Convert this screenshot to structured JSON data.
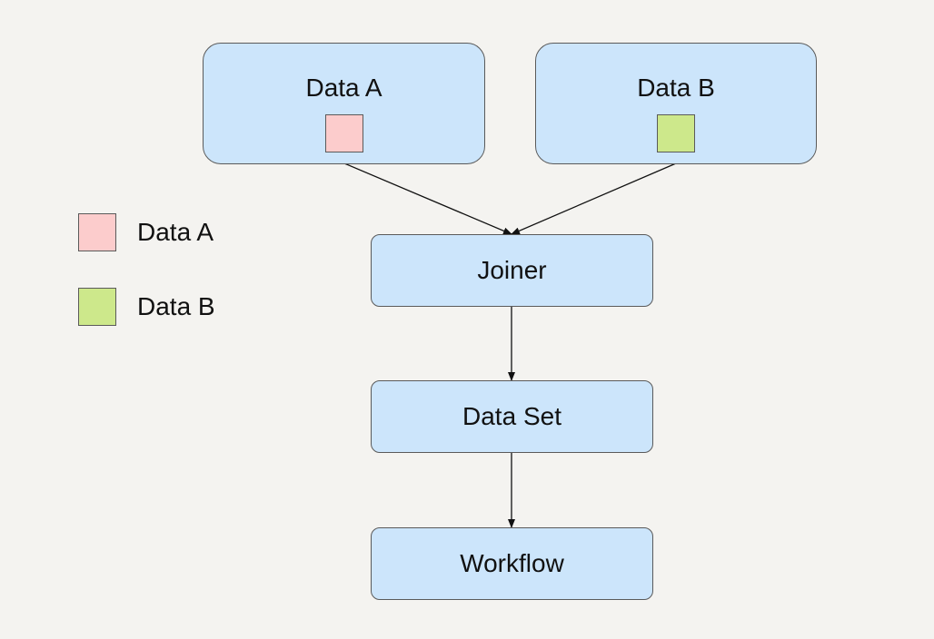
{
  "nodes": {
    "data_a": {
      "label": "Data A",
      "swatch_color": "#fccccc"
    },
    "data_b": {
      "label": "Data B",
      "swatch_color": "#cde88b"
    },
    "joiner": {
      "label": "Joiner"
    },
    "data_set": {
      "label": "Data Set"
    },
    "workflow": {
      "label": "Workflow"
    }
  },
  "legend": [
    {
      "label": "Data A",
      "color": "#fccccc"
    },
    {
      "label": "Data B",
      "color": "#cde88b"
    }
  ],
  "colors": {
    "node_fill": "#cce5fb",
    "node_border": "#5a5a5a",
    "background": "#f4f3f0",
    "edge": "#111111"
  }
}
